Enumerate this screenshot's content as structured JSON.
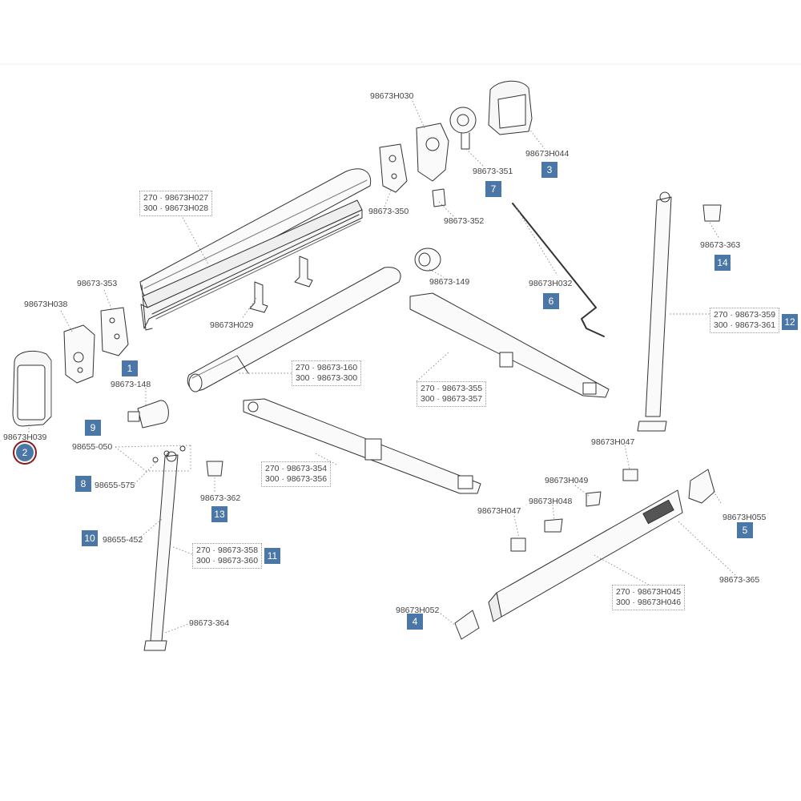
{
  "labels": {
    "h030": "98673H030",
    "h044": "98673H044",
    "p351": "98673-351",
    "p350": "98673-350",
    "p352": "98673-352",
    "p363": "98673-363",
    "p149": "98673-149",
    "h032": "98673H032",
    "p353": "98673-353",
    "h038": "98673H038",
    "h029": "98673H029",
    "p148": "98673-148",
    "h039": "98673H039",
    "p050": "98655-050",
    "p575": "98655-575",
    "p362": "98673-362",
    "p452": "98655-452",
    "p364": "98673-364",
    "h047a": "98673H047",
    "h049": "98673H049",
    "h048": "98673H048",
    "h047b": "98673H047",
    "h055": "98673H055",
    "p365": "98673-365",
    "h052": "98673H052"
  },
  "boxes": {
    "front_profile": [
      "270 · 98673H027",
      "300 · 98673H028"
    ],
    "roller_tube": [
      "270 · 98673-160",
      "300 · 98673-300"
    ],
    "upper_arm_right": [
      "270 · 98673-355",
      "300 · 98673-357"
    ],
    "upper_arm_left": [
      "270 · 98673-354",
      "300 · 98673-356"
    ],
    "leg_right": [
      "270 · 98673-359",
      "300 · 98673-361"
    ],
    "leg_left": [
      "270 · 98673-358",
      "300 · 98673-360"
    ],
    "lead_rail": [
      "270 · 98673H045",
      "300 · 98673H046"
    ]
  },
  "badges": {
    "b1": "1",
    "b2": "2",
    "b3": "3",
    "b4": "4",
    "b5": "5",
    "b6": "6",
    "b7": "7",
    "b8": "8",
    "b9": "9",
    "b10": "10",
    "b11": "11",
    "b12": "12",
    "b13": "13",
    "b14": "14"
  },
  "selected_badge": "2",
  "colors": {
    "badge": "#4a77a6",
    "selected_ring": "#8b1a1a"
  }
}
